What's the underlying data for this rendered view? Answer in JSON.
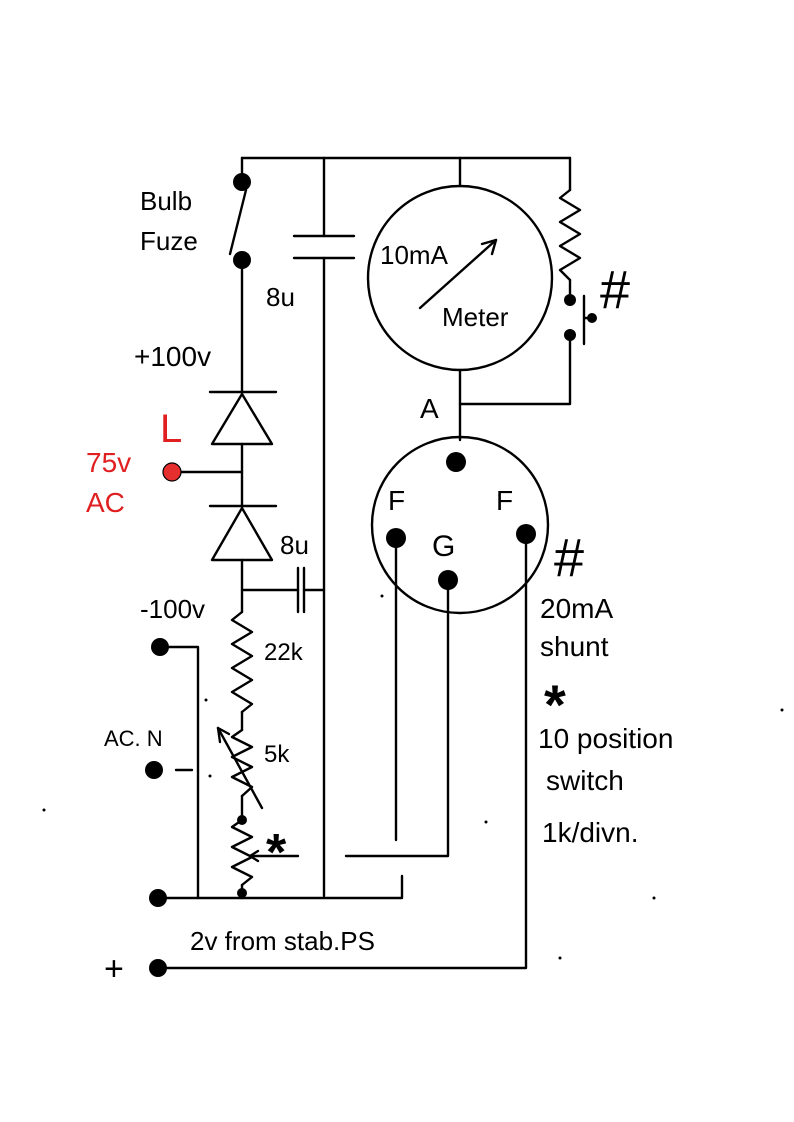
{
  "labels": {
    "bulb": "Bulb",
    "fuze": "Fuze",
    "cap_top": "8u",
    "cap_mid": "8u",
    "plus_100v": "+100v",
    "minus_100v": "-100v",
    "l_mark": "L",
    "ac_75v": "75v",
    "ac": "AC",
    "ac_n": "AC. N",
    "meter_range": "10mA",
    "meter": "Meter",
    "hash_top": "#",
    "hash_mid": "#",
    "anode": "A",
    "filament_left": "F",
    "filament_right": "F",
    "grid": "G",
    "r_22k": "22k",
    "r_5k": "5k",
    "shunt_1": "20mA",
    "shunt_2": "shunt",
    "star_note": "*",
    "star_pot": "*",
    "switch_1": "10 position",
    "switch_2": "switch",
    "switch_3": "1k/divn.",
    "supply": "2v from stab.PS",
    "plus_terminal": "+"
  },
  "colors": {
    "ink": "#000000",
    "accent": "#e02020",
    "terminal_red": "#e52e2e",
    "background": "#ffffff"
  }
}
